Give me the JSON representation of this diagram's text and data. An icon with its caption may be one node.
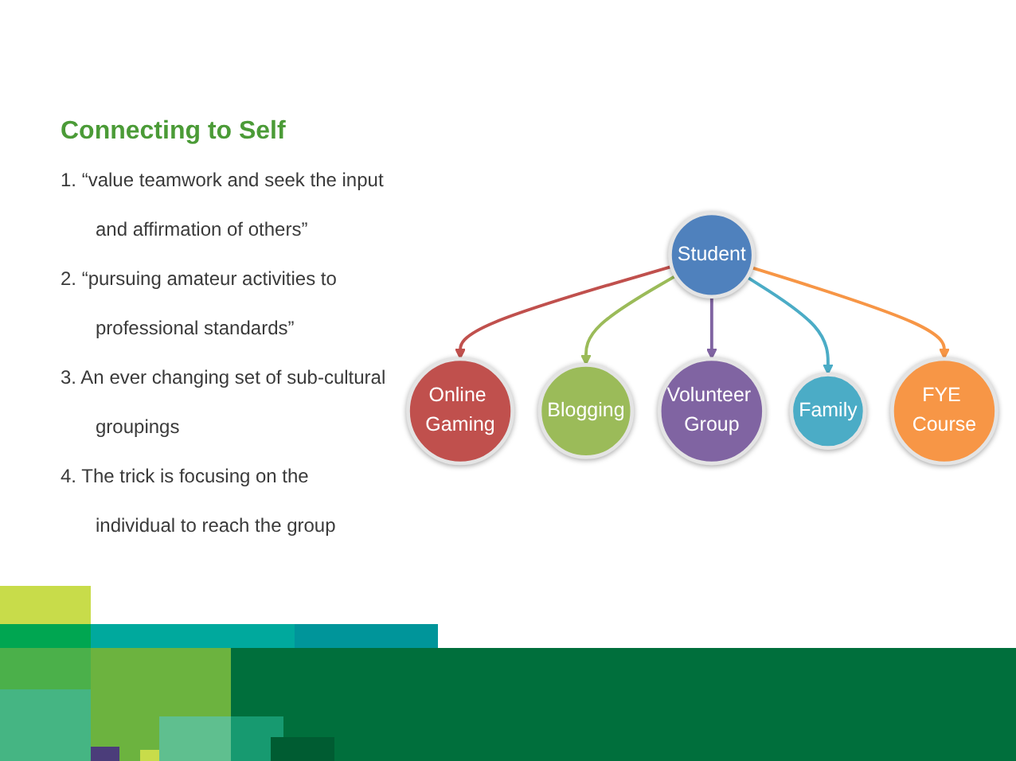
{
  "diagram": {
    "title": "Connecting to Self",
    "nodes": [
      {
        "text": [
          "Online Gaming"
        ]
      },
      {
        "text": [
          "FYE Course"
        ]
      },
      {
        "text": [
          "Blogging"
        ]
      },
      {
        "text": [
          "Student"
        ]
      },
      {
        "text": [
          "Family"
        ]
      },
      {
        "text": [
          "Volunteer Group"
        ]
      }
    ],
    "edges": [
      {
        "from": 3,
        "to": 0,
        "arrow": "to",
        "color": "#c0504d"
      },
      {
        "from": 3,
        "to": 2,
        "arrow": "to",
        "color": "#9bbb59"
      },
      {
        "from": 3,
        "to": 5,
        "arrow": "to",
        "color": "#8064a2"
      },
      {
        "from": 3,
        "to": 4,
        "arrow": "to",
        "color": "#4bacc6"
      },
      {
        "from": 3,
        "to": 1,
        "arrow": "to",
        "color": "#f79646"
      }
    ],
    "labels": [
      "1. “value teamwork and seek the input and affirmation of others”",
      "2. “pursuing amateur activities to professional standards”",
      "3. An ever changing set of sub-cultural groupings",
      "4. The trick is focusing on the individual to reach the group"
    ]
  }
}
